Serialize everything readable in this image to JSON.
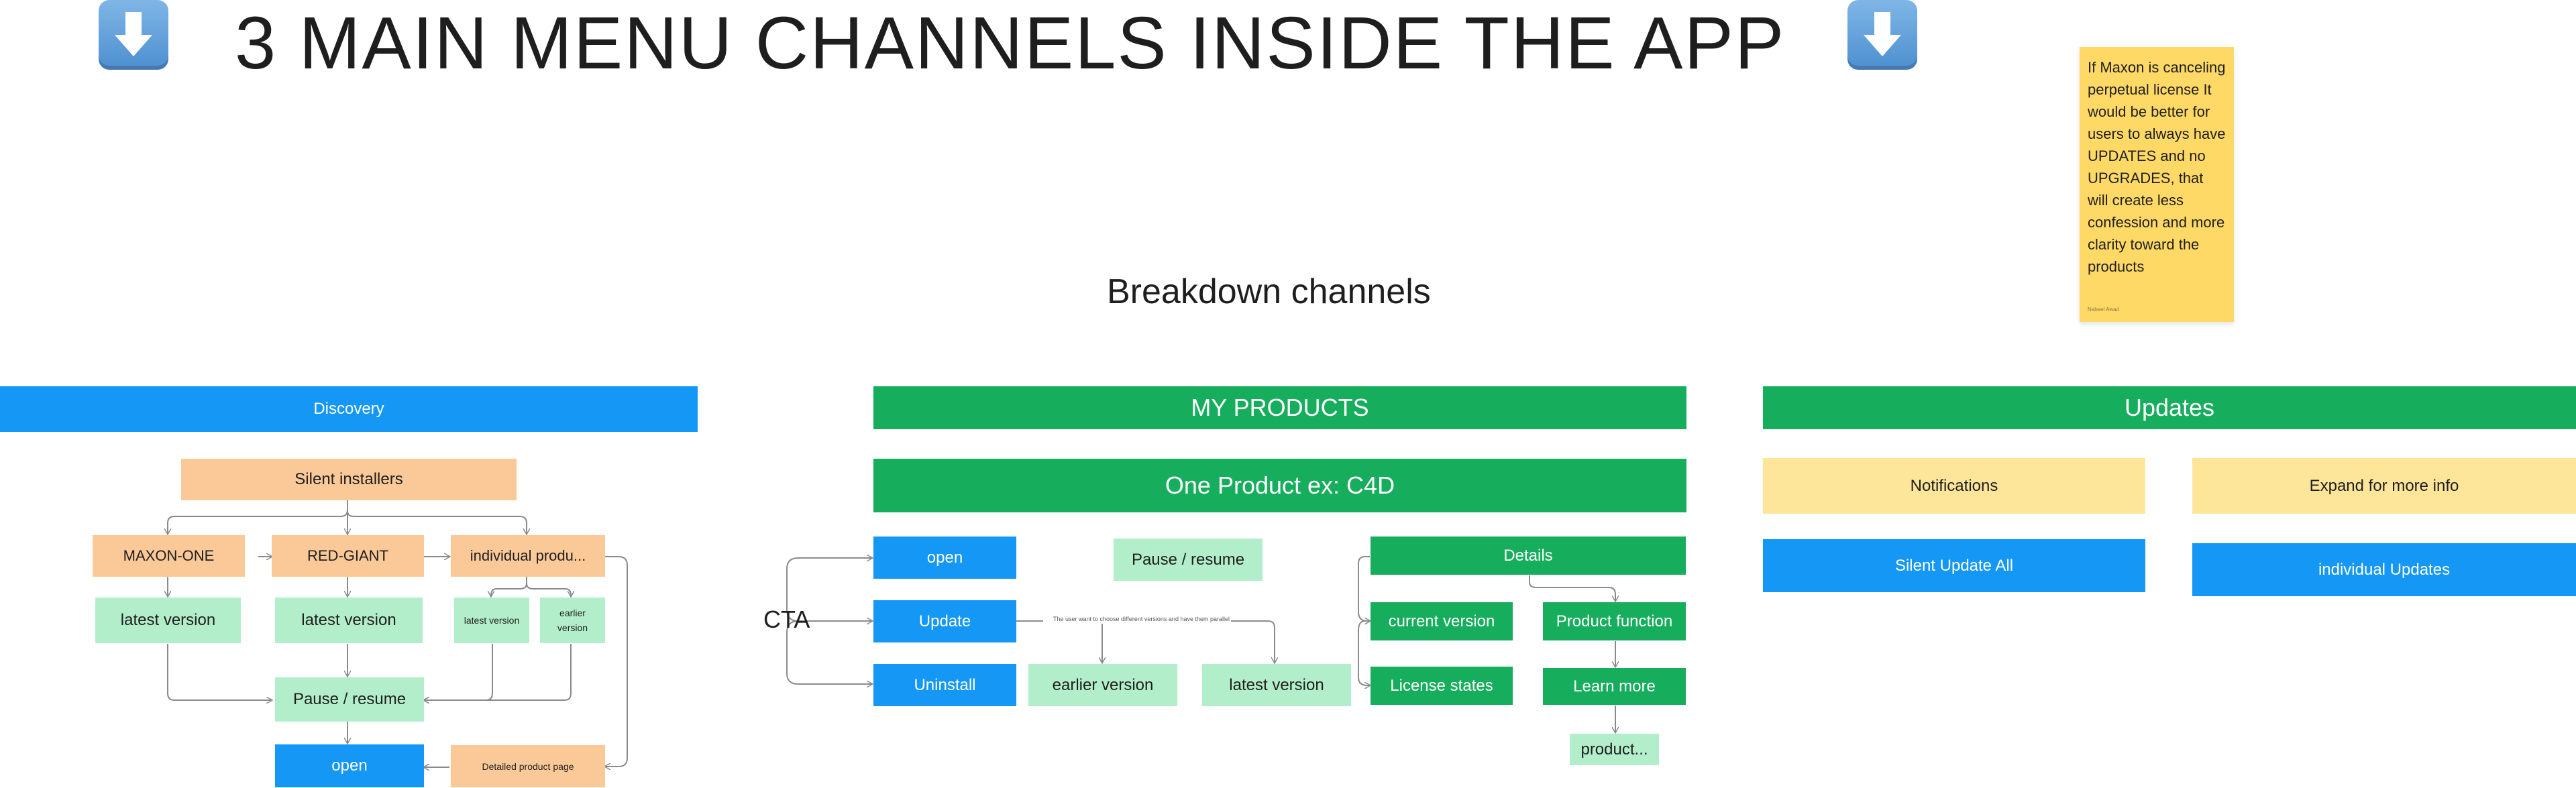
{
  "header": {
    "title": "3 MAIN MENU CHANNELS INSIDE THE APP",
    "left_icon": "down-arrow-icon",
    "right_icon": "down-arrow-icon"
  },
  "sticky_note": {
    "text": "If Maxon is canceling perpetual license It would be better for users to always have UPDATES and no UPGRADES, that will create less confession and more clarity toward the products",
    "author": "Nabeel Awad"
  },
  "subtitle": "Breakdown channels",
  "discovery": {
    "header": "Discovery",
    "silent_installers": "Silent installers",
    "maxon_one": "MAXON-ONE",
    "red_giant": "RED-GIANT",
    "individual": "individual produ...",
    "latest_1": "latest version",
    "latest_2": "latest version",
    "latest_3": "latest version",
    "earlier": "earlier version",
    "pause": "Pause / resume",
    "open": "open",
    "detailed": "Detailed product page"
  },
  "my_products": {
    "header": "MY PRODUCTS",
    "product": "One Product ex: C4D",
    "cta": "CTA",
    "open": "open",
    "update": "Update",
    "uninstall": "Uninstall",
    "pause": "Pause / resume",
    "note": "The user want to choose different versions and have them parallel",
    "earlier": "earlier version",
    "latest": "latest version",
    "details": "Details",
    "current": "current version",
    "license": "License states",
    "function": "Product function",
    "learn": "Learn more",
    "product_more": "product..."
  },
  "updates": {
    "header": "Updates",
    "notifications": "Notifications",
    "expand": "Expand for more info",
    "silent_all": "Silent Update All",
    "individual": "individual Updates"
  },
  "colors": {
    "blue": "#1597f5",
    "green": "#16ae5c",
    "peach": "#fbc998",
    "mint": "#b3eecb",
    "yellow": "#fde69a",
    "sticky": "#ffd966"
  }
}
